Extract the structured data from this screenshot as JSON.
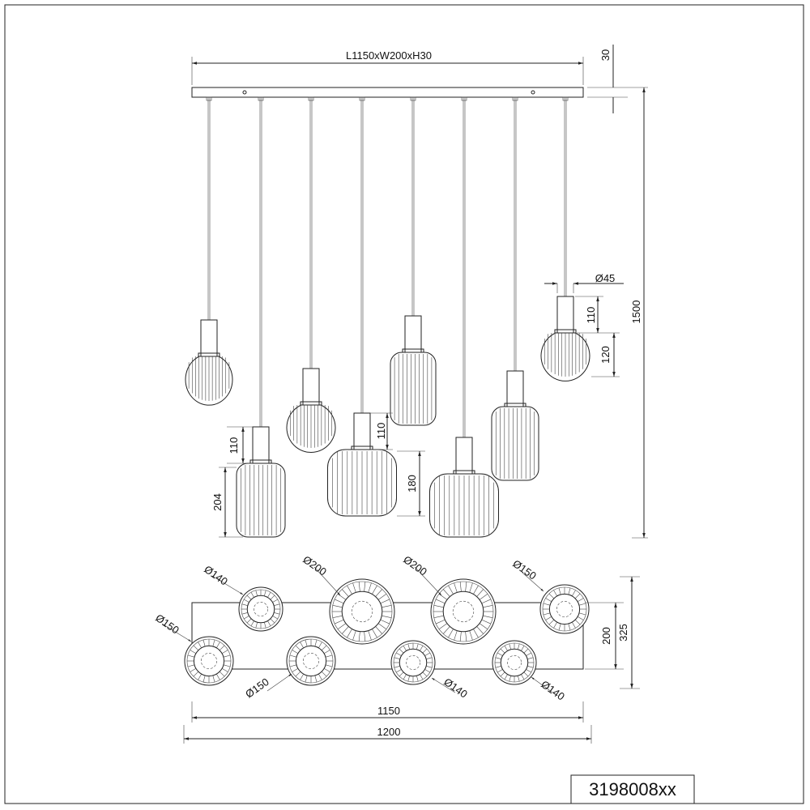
{
  "drawing": {
    "model_code": "3198008xx",
    "canopy_dimension": "L1150xW200xH30",
    "canopy_height": "30",
    "total_height": "1500",
    "cap_diameter": "Ø45",
    "cap_height_right": "110",
    "globe_height": "120",
    "cap_height_left": "110",
    "cylinder_height": "204",
    "cap_height_center": "110",
    "large_shade_height": "180",
    "plan_width": "200",
    "plan_total_width": "325",
    "plan_length": "1150",
    "plan_total_length": "1200",
    "diameters": [
      "Ø140",
      "Ø200",
      "Ø200",
      "Ø150",
      "Ø150",
      "Ø150",
      "Ø140",
      "Ø140"
    ]
  }
}
